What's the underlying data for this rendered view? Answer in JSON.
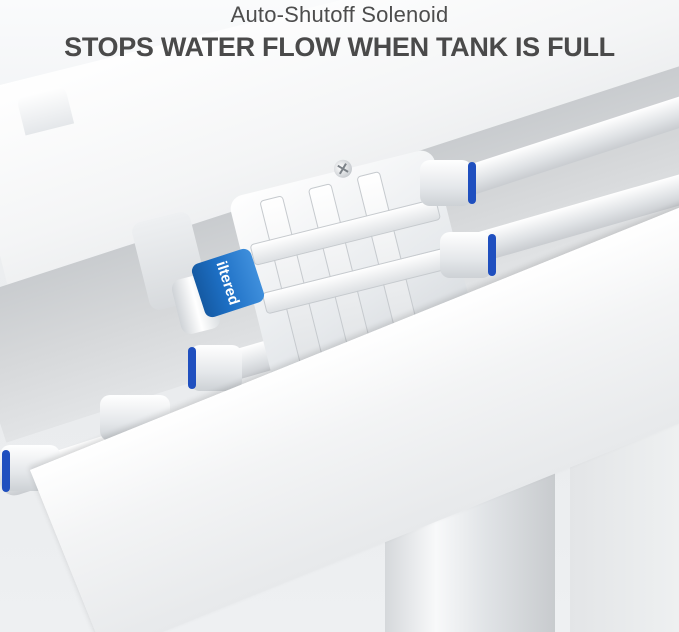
{
  "caption": {
    "subtitle": "Auto-Shutoff Solenoid",
    "title": "STOPS WATER FLOW WHEN TANK IS FULL"
  },
  "product": {
    "fitting_label": "iltered",
    "accent_color": "#1f4fbf",
    "label_color": "#1d6fc4",
    "body_color": "#f1f3f5"
  }
}
